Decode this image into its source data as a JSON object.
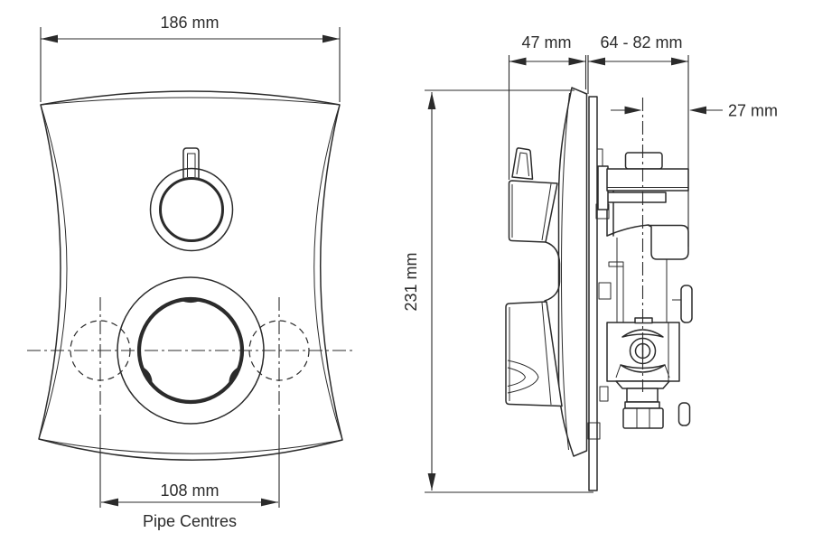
{
  "colors": {
    "line": "#2b2b2b",
    "background": "#ffffff"
  },
  "front_view": {
    "overall_width": "186 mm",
    "pipe_centres_dimension": "108 mm",
    "pipe_centres_label": "Pipe Centres"
  },
  "side_view": {
    "plate_to_knob_depth": "47 mm",
    "mounting_depth_range": "64 - 82 mm",
    "valve_centre_offset": "27 mm",
    "overall_height": "231 mm"
  }
}
